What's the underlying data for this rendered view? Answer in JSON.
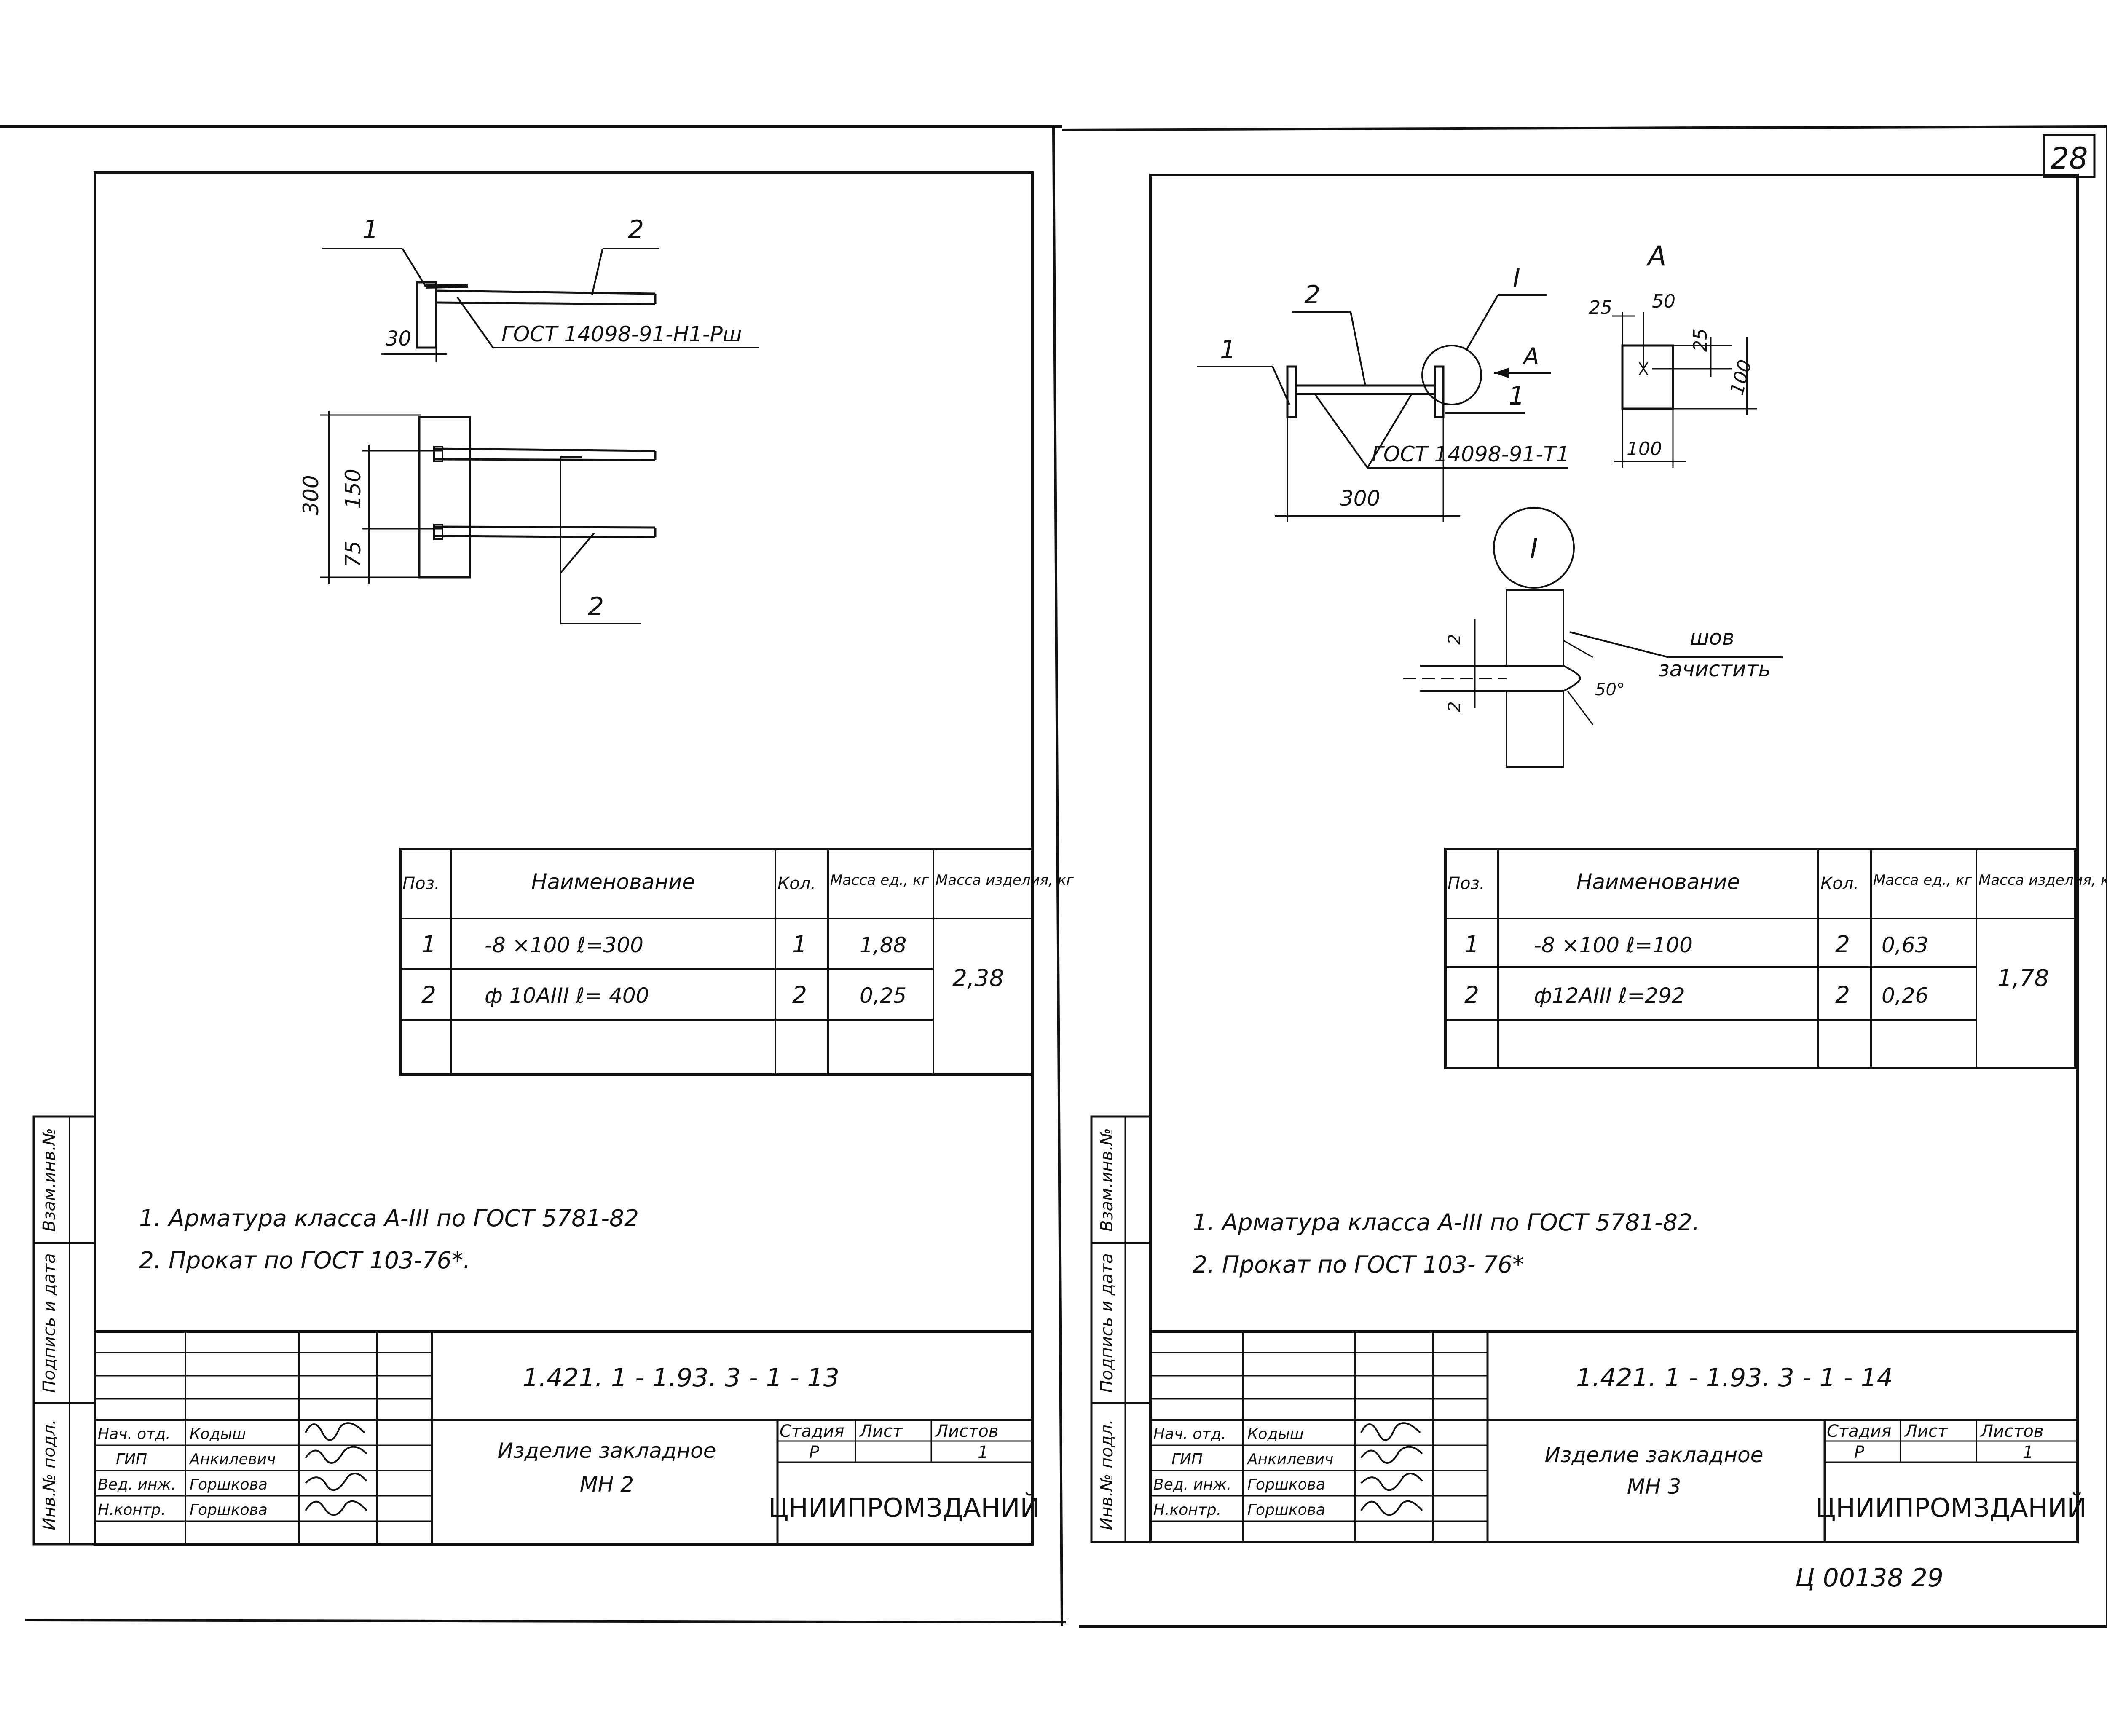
{
  "page_number": "28",
  "archive_number": "Ц 00138 29",
  "sheets": [
    {
      "id": "mn2",
      "drawing": {
        "callouts": [
          "1",
          "2"
        ],
        "callout_lower": "2",
        "dims": {
          "flange": "30",
          "height": "300",
          "spacing": "150",
          "edge": "75"
        },
        "weld_ref": "ГОСТ 14098-91-Н1-Рш"
      },
      "spec": {
        "headers": [
          "Поз.",
          "Наименование",
          "Кол.",
          "Масса ед., кг",
          "Масса изделия, кг"
        ],
        "rows": [
          {
            "pos": "1",
            "name": "-8 ×100    ℓ=300",
            "qty": "1",
            "mass": "1,88"
          },
          {
            "pos": "2",
            "name": "ф 10АIII    ℓ= 400",
            "qty": "2",
            "mass": "0,25"
          }
        ],
        "total": "2,38"
      },
      "notes": [
        "1. Арматура   класса   А-III   по  ГОСТ 5781-82",
        "2. Прокат   по  ГОСТ  103-76*."
      ],
      "side_labels": [
        "Взам.инв.№",
        "Подпись и дата",
        "Инв.№ подл."
      ],
      "title_block": {
        "code": "1.421. 1 - 1.93. 3 - 1          - 13",
        "title": "Изделие закладное",
        "subtitle": "МН 2",
        "stage_label": "Стадия",
        "sheet_label": "Лист",
        "sheets_label": "Листов",
        "stage": "Р",
        "sheets": "1",
        "org": "ЦНИИПРОМЗДАНИЙ",
        "roles": [
          "Нач. отд.",
          "ГИП",
          "Вед. инж.",
          "Н.контр."
        ],
        "names": [
          "Кодыш",
          "Анкилевич",
          "Горшкова",
          "Горшкова"
        ]
      }
    },
    {
      "id": "mn3",
      "drawing": {
        "view_label": "А",
        "detail_label": "I",
        "callouts": [
          "1",
          "2",
          "1"
        ],
        "section_mark": "А",
        "dims": {
          "length": "300",
          "plate_w": "100",
          "plate_h": "100",
          "off_x": "25",
          "off_x2": "50",
          "off_y": "25"
        },
        "weld_ref": "ГОСТ 14098-91-Т1",
        "detail_dims": {
          "a": "2",
          "b": "2",
          "angle": "50°"
        },
        "weld_note": [
          "шов",
          "зачистить"
        ]
      },
      "spec": {
        "headers": [
          "Поз.",
          "Наименование",
          "Кол.",
          "Масса ед., кг",
          "Масса изделия, кг"
        ],
        "rows": [
          {
            "pos": "1",
            "name": "-8 ×100    ℓ=100",
            "qty": "2",
            "mass": "0,63"
          },
          {
            "pos": "2",
            "name": "ф12АIII    ℓ=292",
            "qty": "2",
            "mass": "0,26"
          }
        ],
        "total": "1,78"
      },
      "notes": [
        "1. Арматура   класса   А-III  по  ГОСТ 5781-82.",
        "2. Прокат   по  ГОСТ  103- 76*"
      ],
      "side_labels": [
        "Взам.инв.№",
        "Подпись и дата",
        "Инв.№ подл."
      ],
      "title_block": {
        "code": "1.421. 1 - 1.93. 3 - 1          - 14",
        "title": "Изделие закладное",
        "subtitle": "МН 3",
        "stage_label": "Стадия",
        "sheet_label": "Лист",
        "sheets_label": "Листов",
        "stage": "Р",
        "sheets": "1",
        "org": "ЦНИИПРОМЗДАНИЙ",
        "roles": [
          "Нач. отд.",
          "ГИП",
          "Вед. инж.",
          "Н.контр."
        ],
        "names": [
          "Кодыш",
          "Анкилевич",
          "Горшкова",
          "Горшкова"
        ]
      }
    }
  ],
  "colors": {
    "ink": "#111111",
    "paper": "#ffffff"
  }
}
